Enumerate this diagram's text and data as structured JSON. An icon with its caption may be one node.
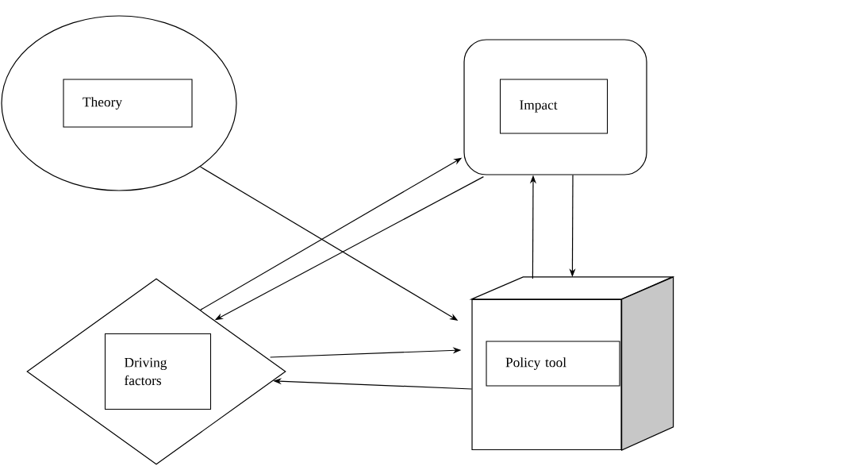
{
  "diagram": {
    "nodes": [
      {
        "text": [],
        "shape": "ellipse"
      },
      {
        "text": [
          "Theory"
        ],
        "in": 0
      },
      {
        "text": [],
        "shape": "box"
      },
      {
        "text": [
          "Impact"
        ],
        "in": 2
      },
      {
        "text": [],
        "shape": "diamond"
      },
      {
        "text": [
          "Driving factors"
        ],
        "in": 4
      },
      {
        "text": [],
        "shape": "cube"
      },
      {
        "text": [
          "Policy tool"
        ],
        "in": 6
      }
    ],
    "edges": [
      {
        "from": 0,
        "to": 6,
        "arrow": "to"
      },
      {
        "from": 4,
        "to": 2,
        "arrow": "to"
      },
      {
        "from": 2,
        "to": 4,
        "arrow": "to"
      },
      {
        "from": 6,
        "to": 2,
        "arrow": "to"
      },
      {
        "from": 2,
        "to": 6,
        "arrow": "to"
      },
      {
        "from": 4,
        "to": 6,
        "arrow": "to"
      },
      {
        "from": 6,
        "to": 4,
        "arrow": "to"
      }
    ]
  }
}
